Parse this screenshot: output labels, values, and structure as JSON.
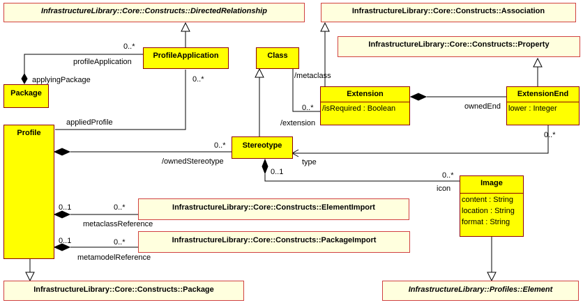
{
  "classes": {
    "directed_relationship": "InfrastructureLibrary::Core::Constructs::DirectedRelationship",
    "association": "InfrastructureLibrary::Core::Constructs::Association",
    "property": "InfrastructureLibrary::Core::Constructs::Property",
    "profile_application": "ProfileApplication",
    "class": "Class",
    "package": "Package",
    "extension": {
      "name": "Extension",
      "attributes": [
        "/isRequired : Boolean"
      ]
    },
    "extension_end": {
      "name": "ExtensionEnd",
      "attributes": [
        "lower : Integer"
      ]
    },
    "profile": "Profile",
    "stereotype": "Stereotype",
    "image": {
      "name": "Image",
      "attributes": [
        "content : String",
        "location : String",
        "format : String"
      ]
    },
    "element_import": "InfrastructureLibrary::Core::Constructs::ElementImport",
    "package_import": "InfrastructureLibrary::Core::Constructs::PackageImport",
    "core_package": "InfrastructureLibrary::Core::Constructs::Package",
    "profiles_element": "InfrastructureLibrary::Profiles::Element"
  },
  "labels": {
    "pa_mult": "0..*",
    "profile_application_role": "profileApplication",
    "applying_package": "applyingPackage",
    "pa_mult2": "0..*",
    "applied_profile": "appliedProfile",
    "metaclass": "/metaclass",
    "extension_mult": "0..*",
    "extension_role": "/extension",
    "owned_end": "ownedEnd",
    "ee_mult": "0..*",
    "owned_stereotype_mult": "0..*",
    "owned_stereotype": "/ownedStereotype",
    "type": "type",
    "icon_one": "0..1",
    "icon_many": "0..*",
    "icon": "icon",
    "mref_one": "0..1",
    "mref_many": "0..*",
    "metaclass_reference": "metaclassReference",
    "mmref_one": "0..1",
    "mmref_many": "0..*",
    "metamodel_reference": "metamodelReference"
  }
}
